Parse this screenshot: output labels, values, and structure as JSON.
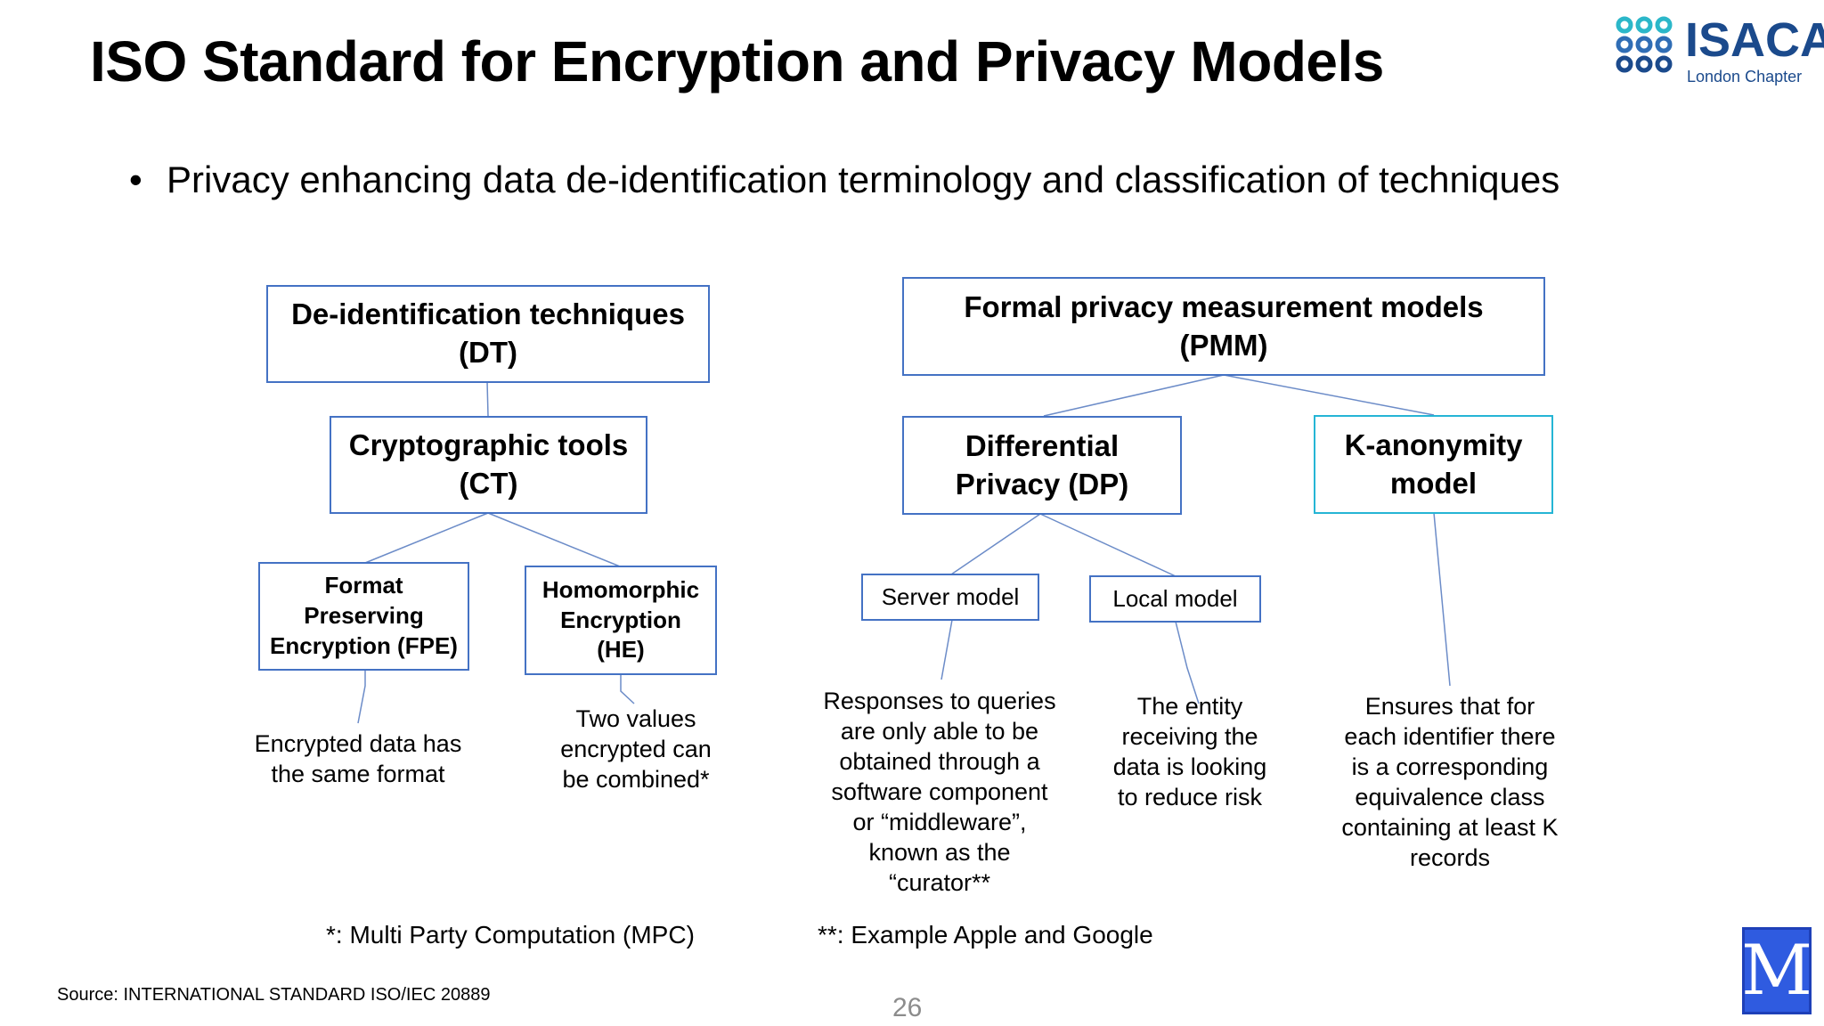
{
  "slide": {
    "title": "ISO Standard for Encryption and Privacy Models",
    "bullet": "Privacy enhancing data de-identification terminology and classification of techniques",
    "source": "Source: INTERNATIONAL STANDARD ISO/IEC 20889",
    "page_number": "26",
    "footnote_1": "*: Multi Party Computation (MPC)",
    "footnote_2": "**: Example Apple and Google"
  },
  "logos": {
    "isaca_word": "ISACA",
    "isaca_sub": "London Chapter",
    "isaca_color": "#1B4A8C",
    "isaca_mark_colors": [
      "#2BB7C9",
      "#2F6DB5",
      "#1B4A8C"
    ],
    "corner_mark": "M",
    "corner_mark_color": "#2F5BE0"
  },
  "diagram": {
    "line_color": "#6C8CC8",
    "box_border_color": "#4472C4",
    "box_accent_color": "#25B5D5",
    "nodes": {
      "dt": "De-identification techniques\n(DT)",
      "ct": "Cryptographic tools\n(CT)",
      "fpe": "Format\nPreserving\nEncryption (FPE)",
      "he": "Homomorphic\nEncryption\n(HE)",
      "pmm": "Formal privacy measurement models\n(PMM)",
      "dp": "Differential\nPrivacy (DP)",
      "ka": "K-anonymity\nmodel",
      "server": "Server model",
      "local": "Local model"
    },
    "notes": {
      "fpe": "Encrypted data has\nthe same format",
      "he": "Two values\nencrypted can\nbe combined*",
      "server": "Responses to queries\nare only able to be\nobtained through a\nsoftware component\nor “middleware”,\nknown as the\n“curator**",
      "local": "The entity\nreceiving the\ndata is looking\nto reduce risk",
      "ka": "Ensures that for\neach identifier there\nis a corresponding\nequivalence class\ncontaining at least K\nrecords"
    }
  }
}
